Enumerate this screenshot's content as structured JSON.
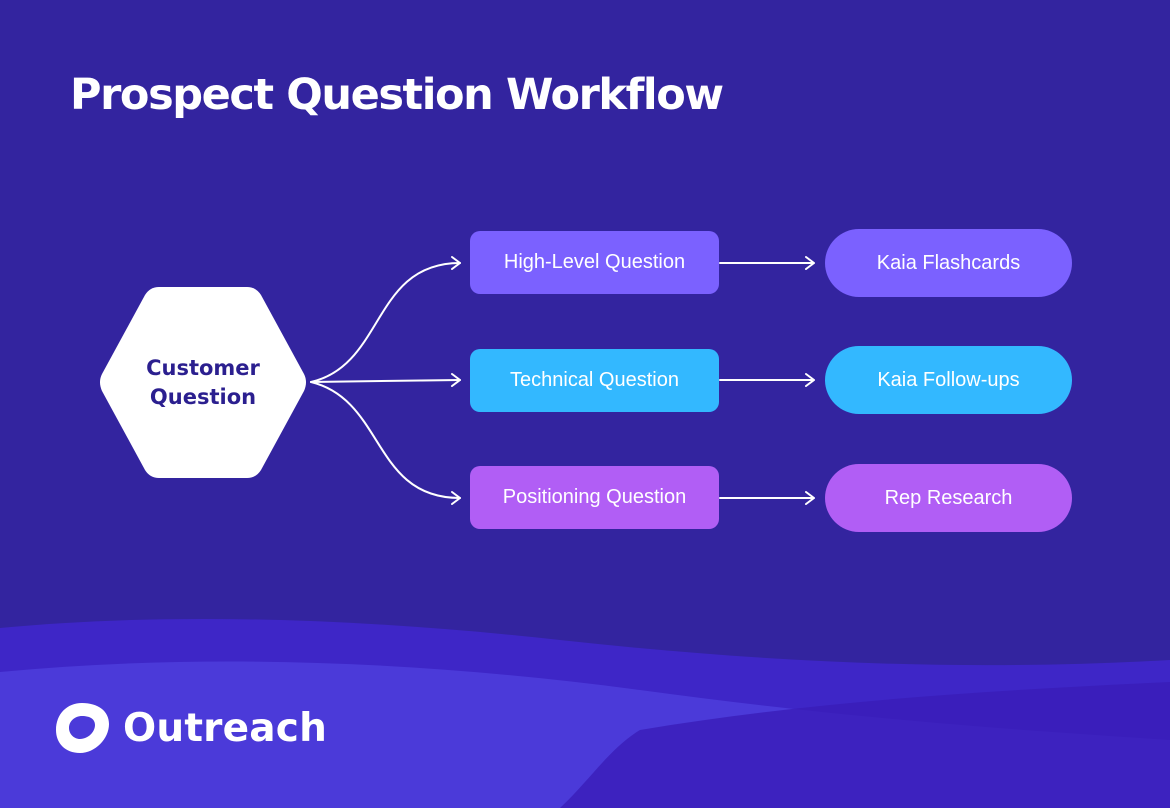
{
  "title": "Prospect Question Workflow",
  "source_node": {
    "label": "Customer Question"
  },
  "rows": [
    {
      "question": "High-Level Question",
      "result": "Kaia Flashcards",
      "color": "#7B61FF"
    },
    {
      "question": "Technical Question",
      "result": "Kaia Follow-ups",
      "color": "#33B8FF"
    },
    {
      "question": "Positioning Question",
      "result": "Rep Research",
      "color": "#B15EF5"
    }
  ],
  "brand": {
    "name": "Outreach",
    "icon": "outreach-logo-icon"
  },
  "colors": {
    "background": "#33249F",
    "hexagon": "#FFFFFF",
    "hexagon_text": "#2B1F8F"
  }
}
